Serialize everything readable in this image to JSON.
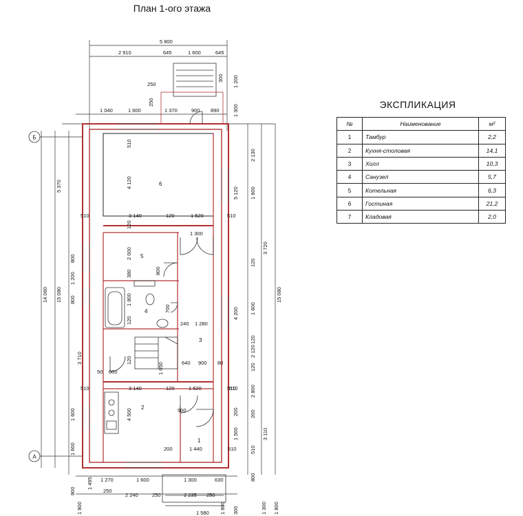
{
  "title": "План 1-ого этажа",
  "explication": {
    "title": "ЭКСПЛИКАЦИЯ",
    "columns": [
      "№",
      "Наименование",
      "м²"
    ],
    "rows": [
      {
        "num": "1",
        "name": "Тамбур",
        "area": "2,2"
      },
      {
        "num": "2",
        "name": "Кухня-столовая",
        "area": "14,1"
      },
      {
        "num": "3",
        "name": "Холл",
        "area": "10,3"
      },
      {
        "num": "4",
        "name": "Санузел",
        "area": "5,7"
      },
      {
        "num": "5",
        "name": "Котельная",
        "area": "6,3"
      },
      {
        "num": "6",
        "name": "Гостиная",
        "area": "21,2"
      },
      {
        "num": "7",
        "name": "Кладовая",
        "area": "2,0"
      }
    ]
  },
  "axes": {
    "b": "Б",
    "a": "А"
  },
  "rooms": [
    "1",
    "2",
    "3",
    "4",
    "5",
    "6"
  ],
  "dims": {
    "top_total": "5 800",
    "top_a": "2 910",
    "top_b": "645",
    "top_c": "1 600",
    "top_d": "645",
    "porch_v1": "1 200",
    "porch_v2": "300",
    "porch_250a": "250",
    "porch_250b": "250",
    "row2_a": "1 040",
    "row2_b": "1 600",
    "row2_c": "1 370",
    "row2_d": "900",
    "row2_e": "890",
    "right_300_top": "1 300",
    "r6_510": "510",
    "r6_4120": "4 120",
    "r6_2130": "2 130",
    "r6_5120": "5 120",
    "r6_1600": "1 600",
    "mid_510a": "510",
    "mid_3140a": "3 140",
    "mid_120a": "120",
    "mid_1520a": "1 520",
    "mid_510b": "510",
    "r5_1300": "1 300",
    "r5_120": "120",
    "r5_2000": "2 000",
    "r5_380": "380",
    "r5_800": "800",
    "r4_1800": "1 800",
    "r4_700": "700",
    "r4_120": "120",
    "r3_240": "240",
    "r3_1280": "1 280",
    "r3_640": "640",
    "r3_900": "900",
    "r3_80": "80",
    "r3_1050": "1 050",
    "r3_3710": "3 710",
    "l_50": "50",
    "l_600": "600",
    "l_120": "120",
    "k_510": "510",
    "k_3140": "3 140",
    "k_120": "120",
    "k_1520": "1 520",
    "k_510b": "510",
    "k_4500": "4 500",
    "k_900": "900",
    "k_200": "200",
    "k_1440": "1 440",
    "k_200b": "200",
    "k_1500": "1 500",
    "k_510c": "510",
    "left_5370": "5 370",
    "left_14060": "14 060",
    "left_15080": "15 080",
    "left_800a": "800",
    "left_1200": "1 200",
    "left_800b": "800",
    "left_1600a": "1 600",
    "left_1600b": "1 600",
    "right_15080": "15 080",
    "right_3720": "3 720",
    "right_120a": "120",
    "right_4200": "4 200",
    "right_1600": "1 600",
    "right_120b": "120",
    "right_2120": "2 120",
    "right_120c": "120",
    "right_2800": "2 800",
    "right_200": "200",
    "right_3110": "3 110",
    "right_510a": "510",
    "right_510b": "510",
    "right_800": "800",
    "bot_1270": "1 270",
    "bot_1600": "1 600",
    "bot_1300": "1 300",
    "bot_630": "630",
    "bot_1495": "1 495",
    "bot_250a": "250",
    "bot_2240": "2 240",
    "bot_250b": "250",
    "bot_2235": "2 235",
    "bot_250c": "250",
    "bot_1580": "1 580",
    "bot_1800a": "1 800",
    "bot_1800b": "1 800",
    "bot_300": "300",
    "bot_1300v": "1 300",
    "bot_1800c": "1 800",
    "bot_800": "800"
  }
}
